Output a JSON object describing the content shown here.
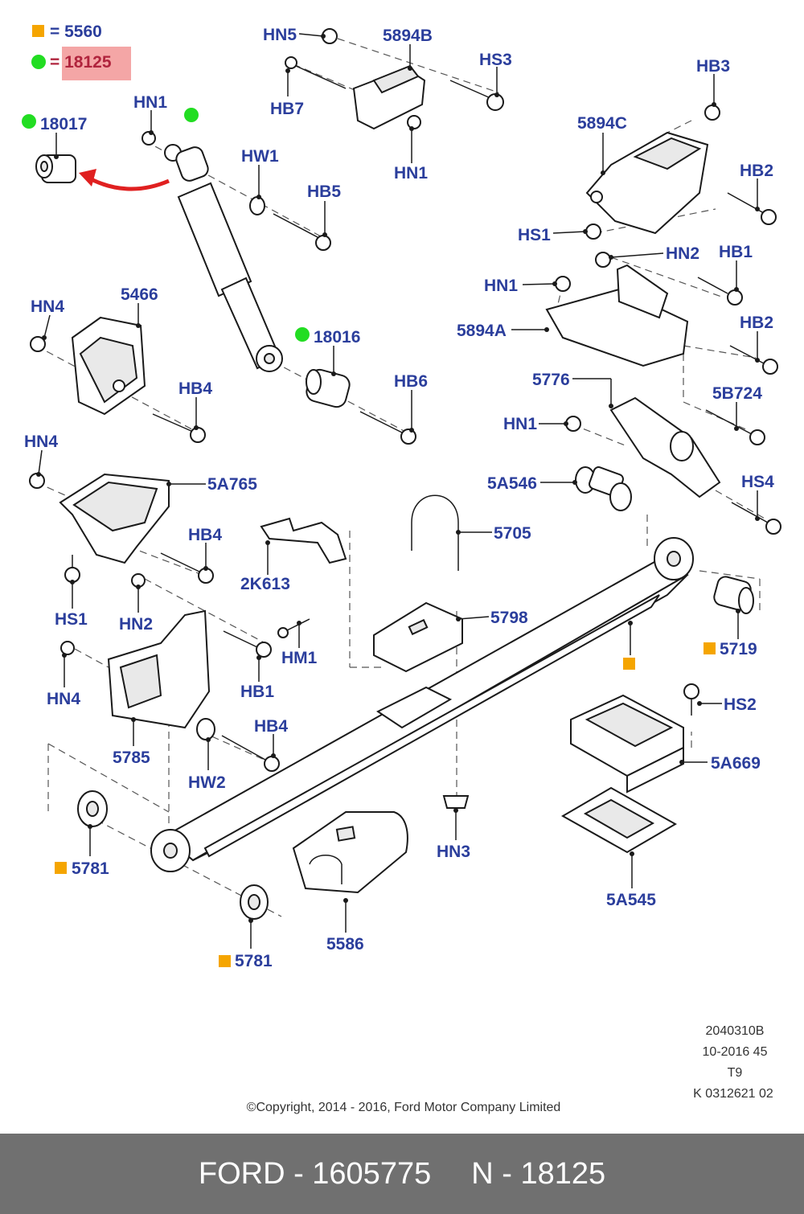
{
  "legend": {
    "square_color": "#f5a500",
    "circle_color": "#22dd22",
    "square_equals": "= 5560",
    "circle_equals": "= 18125",
    "highlight_color": "#f4a6a6"
  },
  "labels": {
    "hn5": "HN5",
    "b5894": "5894B",
    "hs3": "HS3",
    "hb7": "HB7",
    "hn1_top": "HN1",
    "hb3": "HB3",
    "c5894": "5894C",
    "hb2_top": "HB2",
    "hs1_top": "HS1",
    "hn1_shock": "HN1",
    "p18017": "18017",
    "hw1": "HW1",
    "hb5": "HB5",
    "hn2_top": "HN2",
    "hb1_top": "HB1",
    "hn1_mid": "HN1",
    "hb2_mid": "HB2",
    "a5894": "5894A",
    "hn4_a": "HN4",
    "p5466": "5466",
    "p18016": "18016",
    "hb6": "HB6",
    "hb4_a": "HB4",
    "p5776": "5776",
    "b5b724": "5B724",
    "hn1_low": "HN1",
    "hn4_b": "HN4",
    "a5a765": "5A765",
    "a5a546": "5A546",
    "hs4": "HS4",
    "p5705": "5705",
    "hb4_b": "HB4",
    "k2k613": "2K613",
    "hs1_low": "HS1",
    "hn2_low": "HN2",
    "p5798": "5798",
    "hm1": "HM1",
    "p5719": "5719",
    "hn4_c": "HN4",
    "hb1_low": "HB1",
    "hs2": "HS2",
    "hb4_c": "HB4",
    "p5785": "5785",
    "hw2": "HW2",
    "a5a669": "5A669",
    "p5781_a": "5781",
    "hn3": "HN3",
    "a5a545": "5A545",
    "p5781_b": "5781",
    "p5586": "5586"
  },
  "meta": {
    "line1": "2040310B",
    "line2": "10-2016 45",
    "line3": "T9",
    "line4": "K 0312621 02",
    "copyright": "©Copyright, 2014 - 2016, Ford Motor Company Limited"
  },
  "footer": {
    "brand_part": "FORD - 1605775",
    "oem_part": "N - 18125"
  },
  "colors": {
    "label": "#2b3e9c",
    "arrow": "#e02020",
    "footer_bg": "#707070"
  }
}
